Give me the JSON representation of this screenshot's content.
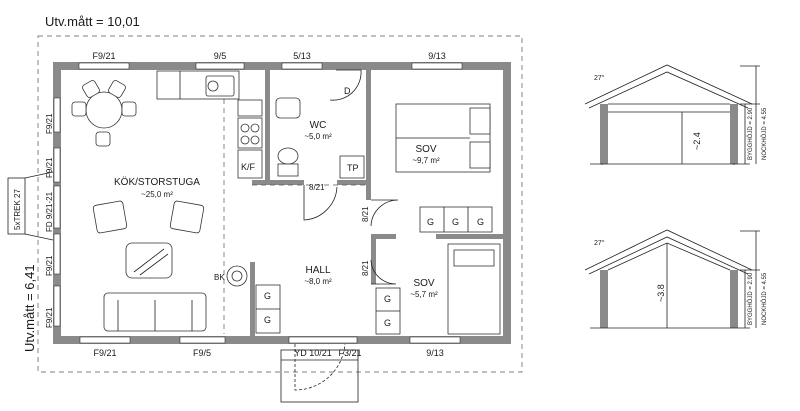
{
  "header": {
    "outer_width": "Utv.mått = 10,01",
    "outer_depth": "Utv.mått = 6,41"
  },
  "windows": {
    "top": [
      "F9/21",
      "9/5",
      "5/13",
      "9/13"
    ],
    "bottom": [
      "F9/21",
      "F9/5",
      "YD 10/21",
      "F3/21",
      "9/13"
    ],
    "left": [
      "F9/21",
      "F9/21",
      "FD 9/21-21",
      "F9/21",
      "F9/21"
    ],
    "terrace": "5xTREK 27"
  },
  "rooms": {
    "kitchen": {
      "name": "KÖK/STORSTUGA",
      "area": "~25,0 m²"
    },
    "wc": {
      "name": "WC",
      "area": "~5,0 m²"
    },
    "bed1": {
      "name": "SOV",
      "area": "~9,7 m²"
    },
    "hall": {
      "name": "HALL",
      "area": "~8,0 m²"
    },
    "bed2": {
      "name": "SOV",
      "area": "~5,7 m²"
    }
  },
  "doors": {
    "wc": "8/21",
    "bed1": "8/21",
    "bed2": "8/21"
  },
  "fixtures": {
    "d": "D",
    "tp": "TP",
    "kf": "K/F",
    "bk": "BK",
    "g": "G"
  },
  "sections": [
    {
      "angle": "27°",
      "height_side": "~2.4",
      "low": "BYGGHÖJD = 2.90",
      "high": "NOCKHÖJD = 4.55"
    },
    {
      "angle": "27°",
      "height_side": "~3.8",
      "low": "BYGGHÖJD = 2.90",
      "high": "NOCKHÖJD = 4.55"
    }
  ]
}
